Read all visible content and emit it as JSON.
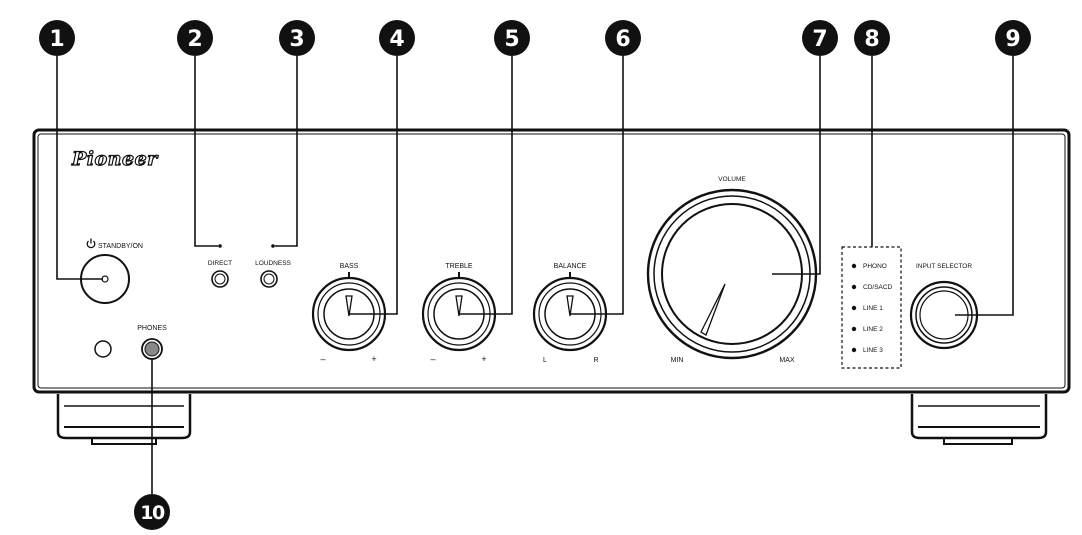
{
  "brand": "Pioneer",
  "callouts": [
    "1",
    "2",
    "3",
    "4",
    "5",
    "6",
    "7",
    "8",
    "9",
    "10"
  ],
  "controls": {
    "standby": "STANDBY/ON",
    "direct": "DIRECT",
    "loudness": "LOUDNESS",
    "phones": "PHONES",
    "bass": {
      "label": "BASS",
      "min": "–",
      "max": "+"
    },
    "treble": {
      "label": "TREBLE",
      "min": "–",
      "max": "+"
    },
    "balance": {
      "label": "BALANCE",
      "min": "L",
      "max": "R"
    },
    "volume": {
      "label": "VOLUME",
      "min": "MIN",
      "max": "MAX"
    },
    "input_selector": {
      "label": "INPUT SELECTOR",
      "inputs": [
        "PHONO",
        "CD/SACD",
        "LINE 1",
        "LINE 2",
        "LINE 3"
      ]
    }
  },
  "icons": {
    "power": "power-icon"
  }
}
